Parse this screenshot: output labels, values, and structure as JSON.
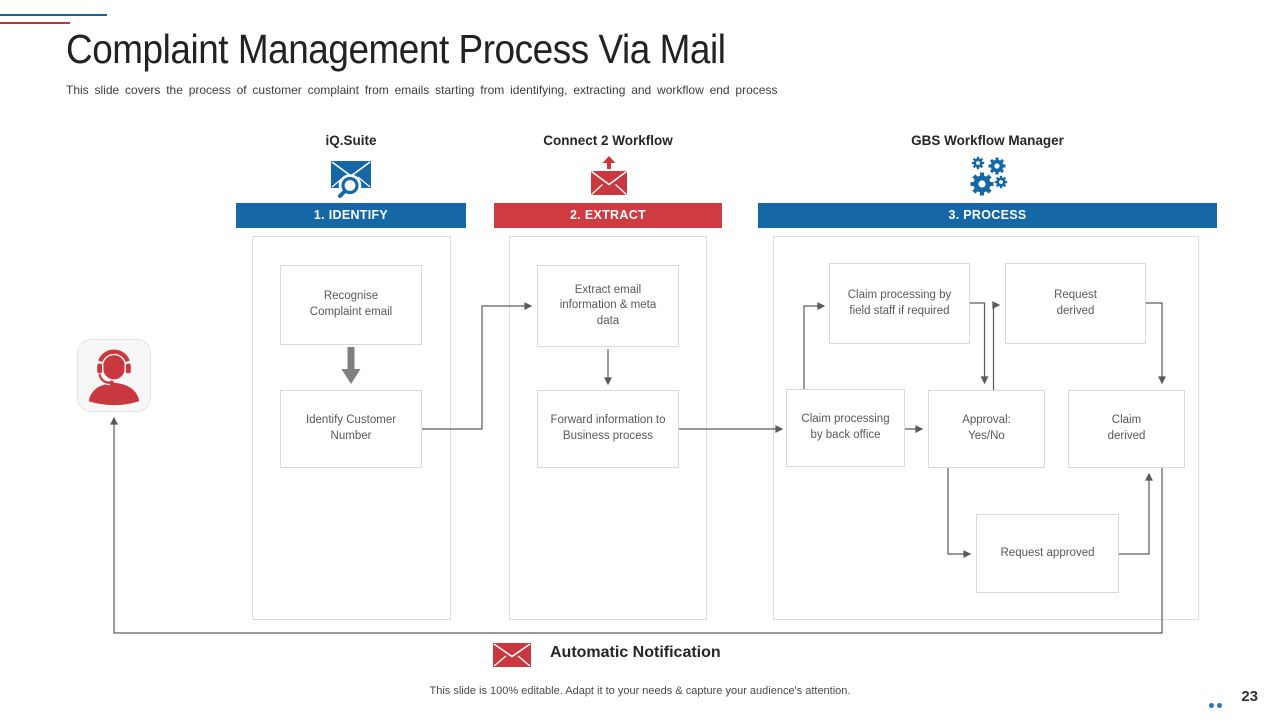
{
  "slide": {
    "title": "Complaint Management Process Via Mail",
    "subtitle": "This slide covers the process of customer complaint from emails starting from identifying, extracting and workflow end process",
    "footer": "This slide is 100% editable. Adapt it to your needs & capture your audience's attention.",
    "page_number": "23"
  },
  "colors": {
    "accent_blue": "#1567A5",
    "accent_red": "#CE3B41",
    "icon_red": "#C9383F",
    "box_border": "#D9D9D9",
    "node_text": "#595959",
    "arrow": "#5A5A5A",
    "thick_arrow": "#7F7F7F",
    "dots_blue": "#2E74B5"
  },
  "columns": [
    {
      "header": "iQ.Suite",
      "icon": "envelope-search-icon",
      "banner": "1. IDENTIFY",
      "banner_color": "#1567A5"
    },
    {
      "header": "Connect 2 Workflow",
      "icon": "envelope-upload-icon",
      "banner": "2. EXTRACT",
      "banner_color": "#CE3B41"
    },
    {
      "header": "GBS Workflow Manager",
      "icon": "gears-icon",
      "banner": "3. PROCESS",
      "banner_color": "#1567A5"
    }
  ],
  "nodes": {
    "recognise": "Recognise\nComplaint email",
    "identify_customer": "Identify Customer\nNumber",
    "extract_email": "Extract email\ninformation & meta\ndata",
    "forward_info": "Forward information to\nBusiness process",
    "field_staff": "Claim processing by\nfield staff if required",
    "request_derived": "Request\nderived",
    "back_office": "Claim processing\nby back office",
    "approval": "Approval:\nYes/No",
    "claim_derived": "Claim\nderived",
    "request_approved": "Request approved"
  },
  "edges": [
    {
      "from": "recognise",
      "to": "identify_customer",
      "style": "thick-gray-down"
    },
    {
      "from": "identify_customer",
      "to": "extract_email"
    },
    {
      "from": "extract_email",
      "to": "forward_info"
    },
    {
      "from": "forward_info",
      "to": "back_office"
    },
    {
      "from": "back_office",
      "to": "field_staff"
    },
    {
      "from": "field_staff",
      "to": "approval"
    },
    {
      "from": "approval",
      "to": "request_derived"
    },
    {
      "from": "request_derived",
      "to": "claim_derived"
    },
    {
      "from": "back_office",
      "to": "approval"
    },
    {
      "from": "approval",
      "to": "request_approved"
    },
    {
      "from": "request_approved",
      "to": "claim_derived"
    },
    {
      "from": "claim_derived",
      "to": "customer-support-person",
      "via": "automatic-notification-line"
    }
  ],
  "notification": {
    "label": "Automatic Notification",
    "icon": "envelope-icon"
  },
  "person": {
    "icon": "support-agent-icon"
  }
}
